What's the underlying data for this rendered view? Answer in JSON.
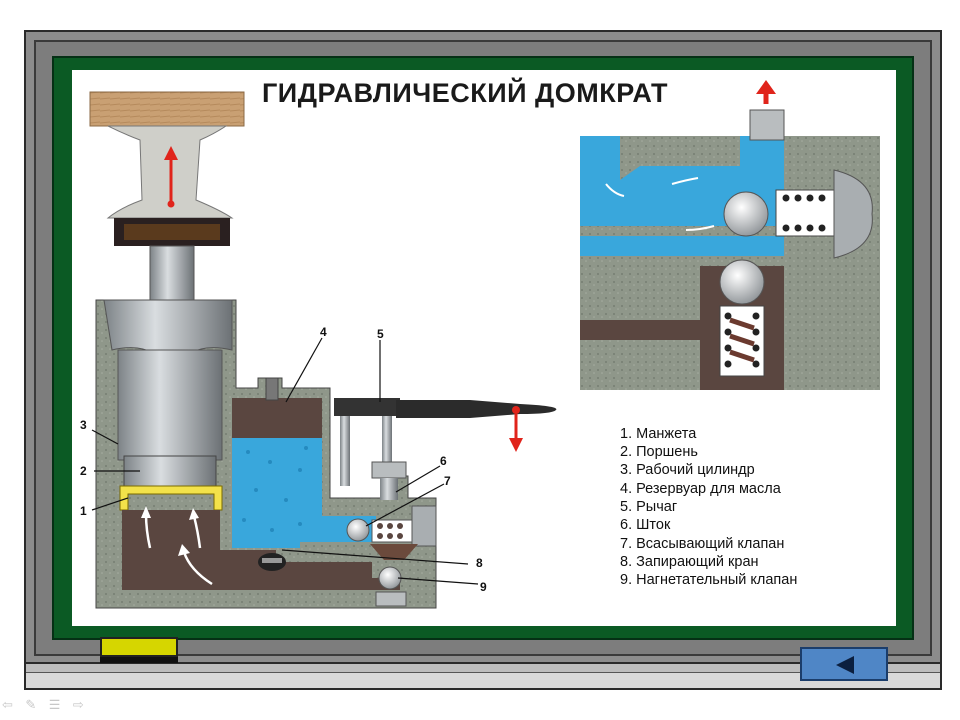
{
  "title": "ГИДРАВЛИЧЕСКИЙ ДОМКРАТ",
  "legend": [
    "1. Манжета",
    "2. Поршень",
    "3. Рабочий цилиндр",
    "4. Резервуар для масла",
    "5. Рычаг",
    "6. Шток",
    "7. Всасывающий клапан",
    "8. Запирающий кран",
    "9. Нагнетательный клапан"
  ],
  "callouts": [
    "1",
    "2",
    "3",
    "4",
    "5",
    "6",
    "7",
    "8",
    "9"
  ],
  "colors": {
    "oil": "#39a7dc",
    "body": "#8a9285",
    "chamber": "#5a4640",
    "arrow": "#e0241b",
    "board_green": "#0b5a24",
    "back_button": "#4f86c6",
    "chalk": "#d6d600"
  },
  "navigation": {
    "back_icon": "left-triangle-icon"
  },
  "toolbar_icons": [
    "back-arrow-icon",
    "pen-icon",
    "menu-icon",
    "forward-arrow-icon"
  ]
}
